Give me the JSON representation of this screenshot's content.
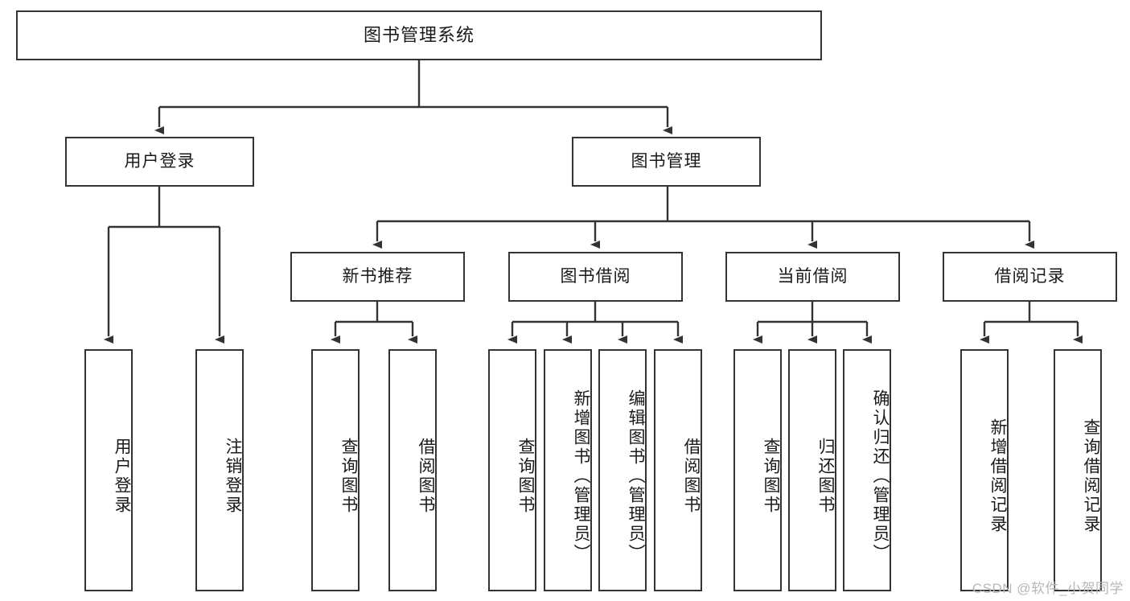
{
  "diagram": {
    "title": "图书管理系统",
    "type": "tree-hierarchy",
    "root": {
      "label": "图书管理系统"
    },
    "level2": [
      {
        "label": "用户登录"
      },
      {
        "label": "图书管理"
      }
    ],
    "level3": [
      {
        "label": "新书推荐"
      },
      {
        "label": "图书借阅"
      },
      {
        "label": "当前借阅"
      },
      {
        "label": "借阅记录"
      }
    ],
    "leaves": [
      {
        "label": "用户登录",
        "parent": "用户登录"
      },
      {
        "label": "注销登录",
        "parent": "用户登录"
      },
      {
        "label": "查询图书",
        "parent": "新书推荐"
      },
      {
        "label": "借阅图书",
        "parent": "新书推荐"
      },
      {
        "label": "查询图书",
        "parent": "图书借阅"
      },
      {
        "label": "新增图书（管理员）",
        "parent": "图书借阅"
      },
      {
        "label": "编辑图书（管理员）",
        "parent": "图书借阅"
      },
      {
        "label": "借阅图书",
        "parent": "图书借阅"
      },
      {
        "label": "查询图书",
        "parent": "当前借阅"
      },
      {
        "label": "归还图书",
        "parent": "当前借阅"
      },
      {
        "label": "确认归还（管理员）",
        "parent": "当前借阅"
      },
      {
        "label": "新增借阅记录",
        "parent": "借阅记录"
      },
      {
        "label": "查询借阅记录",
        "parent": "借阅记录"
      }
    ]
  },
  "watermark": {
    "text": "CSDN @软件_小贺同学"
  },
  "colors": {
    "border": "#333333",
    "background": "#ffffff",
    "text": "#1a1a1a",
    "watermark": "#b8b8b8"
  }
}
